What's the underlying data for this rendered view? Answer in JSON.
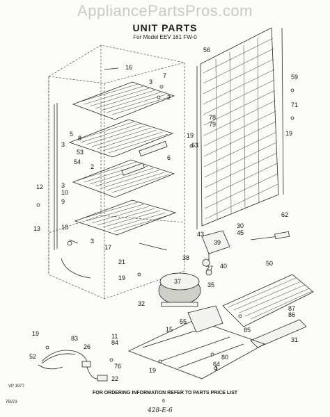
{
  "watermark": "AppliancePartsPros.com",
  "title": "UNIT PARTS",
  "subtitle": "For Model EEV 161 FW-0",
  "footer_note": "FOR ORDERING INFORMATION REFER TO PARTS PRICE LIST",
  "date_code": "VP 1977",
  "doc_code": "75973",
  "page_number": "6",
  "handwritten_note": "428-E-6",
  "callouts": [
    "16",
    "7",
    "3",
    "2",
    "5",
    "6",
    "8",
    "3",
    "53",
    "54",
    "2",
    "12",
    "3",
    "10",
    "9",
    "13",
    "18",
    "3",
    "17",
    "21",
    "19",
    "56",
    "78",
    "79",
    "19",
    "59",
    "71",
    "19",
    "63",
    "62",
    "30",
    "45",
    "43",
    "39",
    "38",
    "40",
    "27",
    "37",
    "35",
    "32",
    "55",
    "50",
    "87",
    "86",
    "85",
    "31",
    "15",
    "19",
    "83",
    "26",
    "52",
    "11",
    "84",
    "76",
    "22",
    "19",
    "80",
    "64",
    "1",
    "4"
  ]
}
